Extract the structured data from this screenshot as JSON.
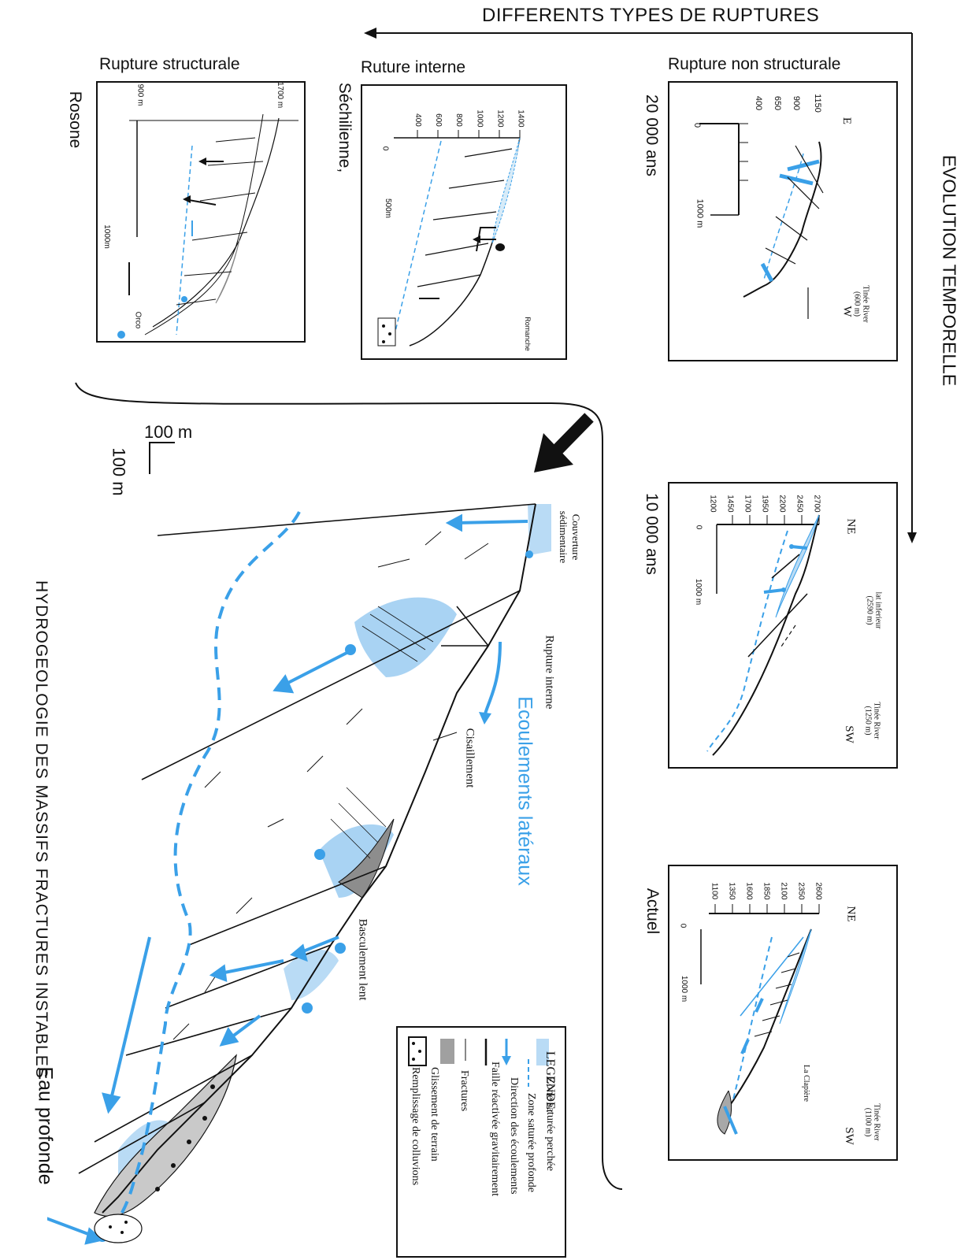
{
  "header": {
    "title": "DIFFERENTS TYPES DE RUPTURES",
    "evolution_label": "EVOLUTION TEMPORELLE"
  },
  "rupture_types": {
    "non_structural": "Rupture non structurale",
    "internal": "Ruture interne",
    "structural": "Rupture structurale"
  },
  "time_labels": {
    "t20000": "20 000 ans",
    "t10000": "10 000 ans",
    "actual": "Actuel"
  },
  "site_labels": {
    "sechilienne": "Séchilienne,",
    "rosone": "Rosone"
  },
  "panel_20000": {
    "left_dir": "E",
    "right_dir": "W",
    "y_ticks": [
      "1150",
      "900",
      "650",
      "400"
    ],
    "x_zero": "0",
    "x_scale": "1000 m",
    "river": "Tinée River\n(600 m)"
  },
  "panel_10000": {
    "left_dir": "NE",
    "right_dir": "SW",
    "y_ticks": [
      "2700",
      "2450",
      "2200",
      "1950",
      "1700",
      "1450",
      "1200"
    ],
    "x_zero": "0",
    "x_scale": "1000 m",
    "lake": "lat inferieur\n(2590 m)",
    "river": "Tinée River\n(1250 m)"
  },
  "panel_actuel": {
    "left_dir": "NE",
    "right_dir": "SW",
    "y_ticks": [
      "2600",
      "2350",
      "2100",
      "1850",
      "1600",
      "1350",
      "1100"
    ],
    "x_zero": "0",
    "x_scale": "1000 m",
    "place": "La Clapière",
    "river": "Tinée River\n(1100 m)"
  },
  "panel_interne": {
    "y_ticks": [
      "1400",
      "1200",
      "1000",
      "800",
      "600",
      "400"
    ],
    "x_zero": "0",
    "x_scale": "500m",
    "river": "Romanche"
  },
  "panel_structural": {
    "y_ticks": [
      "1700 m",
      "900 m"
    ],
    "x_scale": "1000m",
    "river": "Orco"
  },
  "main_diagram": {
    "title": "HYDROGEOLOGIE DES MASSIFS FRACTURES INSTABLES",
    "scale_h": "100 m",
    "scale_v": "100 m",
    "labels": {
      "couverture": "Couverture\nsédimentaire",
      "rupture_interne": "Rupture interne",
      "ecoulements": "Ecoulements latéraux",
      "cisaillement": "Cisaillement",
      "basculement": "Basculement lent",
      "eau_profonde": "Eau profonde"
    }
  },
  "legend": {
    "title": "LEGENDE:",
    "items": [
      {
        "label": "Zone saturée perchée",
        "symbol": "light-blue-fill"
      },
      {
        "label": "Zone saturée profonde",
        "symbol": "blue-dashed-line"
      },
      {
        "label": "Direction des écoulements",
        "symbol": "blue-arrow"
      },
      {
        "label": "Faille réactivée gravitairement",
        "symbol": "thick-black-line"
      },
      {
        "label": "Fractures",
        "symbol": "thin-line"
      },
      {
        "label": "Glissement de terrain",
        "symbol": "grey-fill"
      },
      {
        "label": "Remplissage de colluvions",
        "symbol": "dotted-box"
      }
    ]
  },
  "colors": {
    "blue": "#3aa0e8",
    "light_blue": "#b9dbf5",
    "grey": "#a8a8a8"
  }
}
